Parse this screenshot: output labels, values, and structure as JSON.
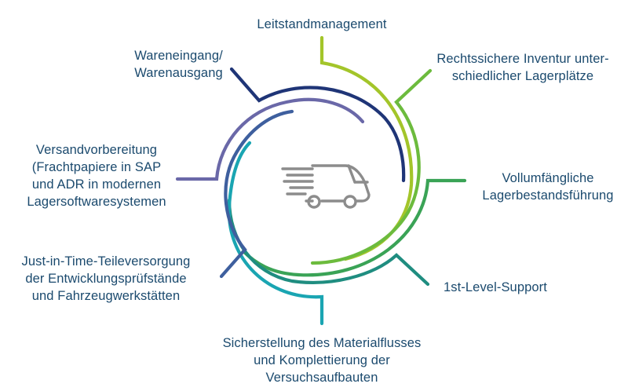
{
  "labels": {
    "leitstand": "Leitstandmanagement",
    "inventur": "Rechtssichere Inventur unter-\nschiedlicher Lagerplätze",
    "lagerbestand": "Vollumfängliche\nLagerbestandsführung",
    "support": "1st-Level-Support",
    "material": "Sicherstellung des Materialflusses\nund Komplettierung der\nVersuchsaufbauten",
    "jit": "Just-in-Time-Teileversorgung\nder Entwicklungsprüfstände\nund Fahrzeugwerkstätten",
    "versand": "Versandvorbereitung\n(Frachtpapiere in SAP\nund ADR in modernen\nLagersoftwaresystemen",
    "wareneingang": "Wareneingang/\nWarenausgang"
  },
  "colors": {
    "text": "#1b4a6e",
    "navy": "#1f3577",
    "lime": "#a3c52a",
    "green_light": "#6cbb3d",
    "green": "#3aa356",
    "teal": "#1f8d80",
    "cyan": "#1aa5b2",
    "slate_blue": "#3e5f9e",
    "purple": "#6a68a8",
    "truck": "#8c8c8c"
  },
  "icons": {
    "center": "delivery-truck-icon"
  }
}
